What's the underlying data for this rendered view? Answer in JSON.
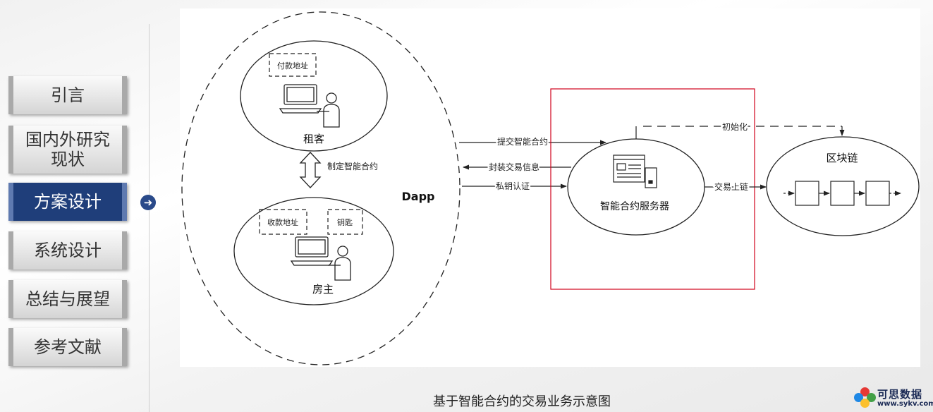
{
  "sidebar": {
    "items": [
      {
        "label": "引言",
        "active": false
      },
      {
        "label": "国内外研究现状",
        "active": false
      },
      {
        "label": "方案设计",
        "active": true
      },
      {
        "label": "系统设计",
        "active": false
      },
      {
        "label": "总结与展望",
        "active": false
      },
      {
        "label": "参考文献",
        "active": false
      }
    ],
    "indicator_icon": "arrow-right-circle-icon"
  },
  "diagram": {
    "dapp_label": "Dapp",
    "tenant": {
      "label": "租客",
      "address_box": "付款地址",
      "icon": "person-computer-icon"
    },
    "landlord": {
      "label": "房主",
      "address_box": "收款地址",
      "key_box": "钥匙",
      "icon": "person-computer-icon"
    },
    "contract_edge": "制定智能合约",
    "server": {
      "label": "智能合约服务器",
      "icon": "server-window-icon"
    },
    "edges": {
      "submit": "提交智能合约",
      "wrap": "封装交易信息",
      "auth": "私钥认证",
      "init": "初始化",
      "onchain": "交易上链"
    },
    "blockchain": {
      "label": "区块链",
      "block_count": 3
    },
    "highlight_color": "#d0021b"
  },
  "caption": "基于智能合约的交易业务示意图",
  "logo": {
    "title": "可思数据",
    "url": "www.sykv.com",
    "colors": [
      "#e53935",
      "#43a047",
      "#1e88e5",
      "#fbc02d"
    ]
  }
}
